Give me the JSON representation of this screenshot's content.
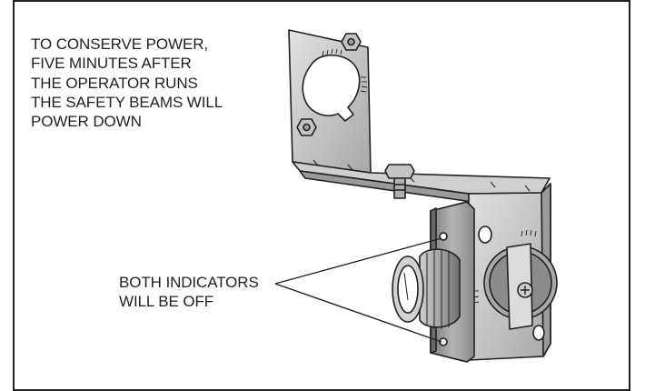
{
  "caption": {
    "lines": [
      "TO CONSERVE POWER,",
      "FIVE MINUTES AFTER",
      "THE OPERATOR RUNS",
      "THE SAFETY BEAMS WILL",
      "POWER DOWN"
    ]
  },
  "callout": {
    "lines": [
      "BOTH INDICATORS",
      "WILL BE OFF"
    ]
  },
  "colors": {
    "line": "#231f20",
    "metal": "#bdbdbd",
    "metal_dark": "#8f8f8f",
    "metal_light": "#d9d9d9"
  }
}
